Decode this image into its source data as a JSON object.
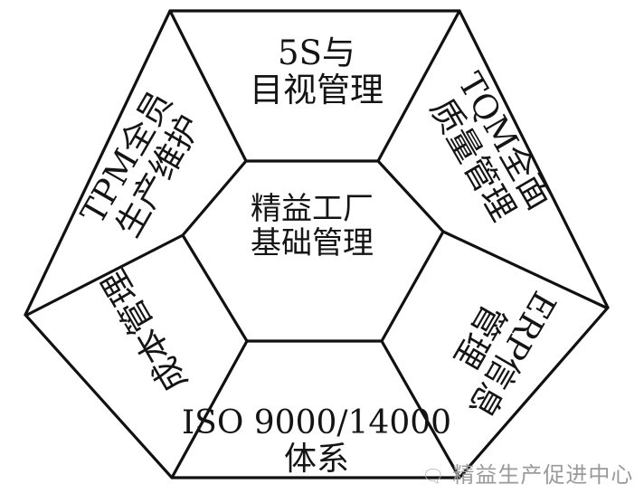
{
  "diagram": {
    "title": "精益工厂基础管理",
    "center": {
      "line1": "精益工厂",
      "line2": "基础管理"
    },
    "segments": [
      {
        "id": "top",
        "line1": "5S与",
        "line2": "目视管理"
      },
      {
        "id": "upper-right",
        "line1": "TQM全面",
        "line2": "质量管理"
      },
      {
        "id": "lower-right",
        "line1": "ERP信息",
        "line2": "管理"
      },
      {
        "id": "bottom",
        "line1": "ISO 9000/14000",
        "line2": "体系"
      },
      {
        "id": "lower-left",
        "line1": "成本管理",
        "line2": ""
      },
      {
        "id": "upper-left",
        "line1": "TPM全员",
        "line2": "生产维护"
      }
    ],
    "colors": {
      "stroke": "#111111",
      "background": "#ffffff",
      "text": "#141414",
      "watermark": "#9a9a9a"
    }
  },
  "watermark": {
    "icon": "wechat-icon",
    "text": "精益生产促进中心"
  }
}
